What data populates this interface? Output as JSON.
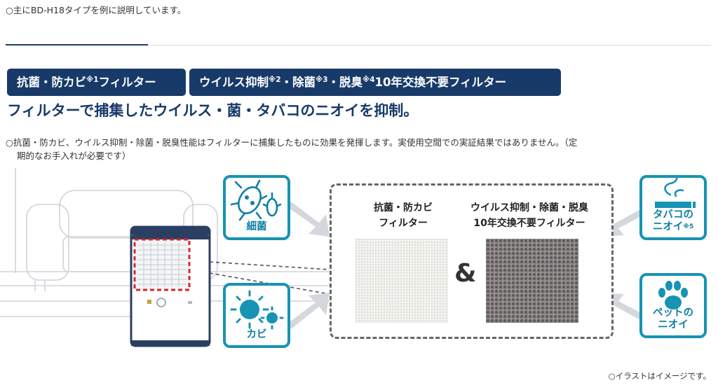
{
  "notes": {
    "top": "○主にBD-H18タイプを例に説明しています。",
    "disclaimer_line1": "○抗菌・防カビ、ウイルス抑制・除菌・脱臭性能はフィルターに捕集したものに効果を発揮します。実使用空間での実証結果ではありません。（定",
    "disclaimer_line2": "期的なお手入れが必要です）",
    "illustration": "○イラストはイメージです。"
  },
  "tags": {
    "tag1": {
      "text_a": "抗菌・防カビ",
      "sup1": "※1",
      "text_b": "フィルター"
    },
    "tag2": {
      "text_a": "ウイルス抑制",
      "sup2": "※2",
      "text_b": "・除菌",
      "sup3": "※3",
      "text_c": "・脱臭",
      "sup4": "※4",
      "text_d": "10年交換不要フィルター"
    }
  },
  "headline": "フィルターで捕集したウイルス・菌・タバコのニオイを抑制。",
  "icons": {
    "bacteria": "細菌",
    "mold": "カビ",
    "tobacco_line1": "タバコの",
    "tobacco_line2": "ニオイ",
    "tobacco_sup": "※5",
    "pet_line1": "ペットの",
    "pet_line2": "ニオイ"
  },
  "filters": {
    "left_line1": "抗菌・防カビ",
    "left_line2": "フィルター",
    "right_line1": "ウイルス抑制・除菌・脱臭",
    "right_line2": "10年交換不要フィルター",
    "ampersand": "&"
  },
  "colors": {
    "navy": "#173a69",
    "teal": "#1793b4",
    "highlight_red": "#d62828"
  }
}
